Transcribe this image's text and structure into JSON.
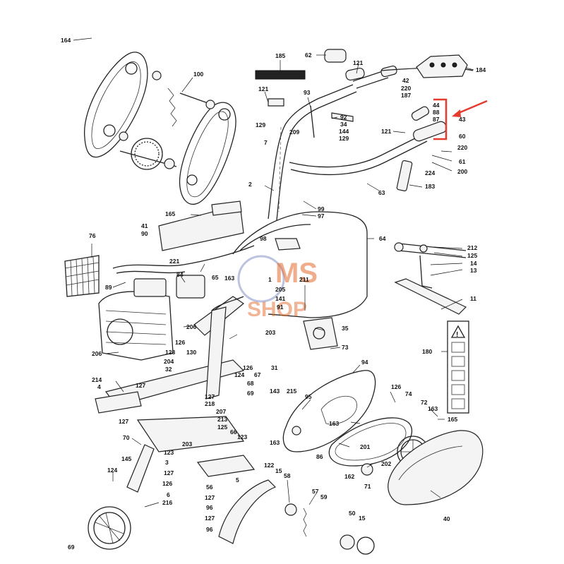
{
  "diagram": {
    "type": "exploded parts diagram",
    "highlight_color": "#e53a2f",
    "accent_color": "#e46b2d",
    "callouts": [
      {
        "id": "c164",
        "text": "164"
      },
      {
        "id": "c100",
        "text": "100"
      },
      {
        "id": "c185",
        "text": "185"
      },
      {
        "id": "c62",
        "text": "62"
      },
      {
        "id": "c121a",
        "text": "121"
      },
      {
        "id": "c184",
        "text": "184"
      },
      {
        "id": "c42",
        "text": "42"
      },
      {
        "id": "c220a",
        "text": "220"
      },
      {
        "id": "c187",
        "text": "187"
      },
      {
        "id": "c121b",
        "text": "121"
      },
      {
        "id": "c93",
        "text": "93"
      },
      {
        "id": "c129a",
        "text": "129"
      },
      {
        "id": "c92",
        "text": "92"
      },
      {
        "id": "c34",
        "text": "34"
      },
      {
        "id": "c144",
        "text": "144"
      },
      {
        "id": "c129b",
        "text": "129"
      },
      {
        "id": "c209",
        "text": "209"
      },
      {
        "id": "c7",
        "text": "7"
      },
      {
        "id": "c44",
        "text": "44"
      },
      {
        "id": "c88",
        "text": "88"
      },
      {
        "id": "c87",
        "text": "87"
      },
      {
        "id": "c43",
        "text": "43"
      },
      {
        "id": "c121c",
        "text": "121"
      },
      {
        "id": "c60",
        "text": "60"
      },
      {
        "id": "c220b",
        "text": "220"
      },
      {
        "id": "c61",
        "text": "61"
      },
      {
        "id": "c224",
        "text": "224"
      },
      {
        "id": "c200",
        "text": "200"
      },
      {
        "id": "c183",
        "text": "183"
      },
      {
        "id": "c2",
        "text": "2"
      },
      {
        "id": "c63",
        "text": "63"
      },
      {
        "id": "c165a",
        "text": "165"
      },
      {
        "id": "c99",
        "text": "99"
      },
      {
        "id": "c97",
        "text": "97"
      },
      {
        "id": "c41",
        "text": "41"
      },
      {
        "id": "c90",
        "text": "90"
      },
      {
        "id": "c76",
        "text": "76"
      },
      {
        "id": "c98",
        "text": "98"
      },
      {
        "id": "c64",
        "text": "64"
      },
      {
        "id": "c212",
        "text": "212"
      },
      {
        "id": "c125a",
        "text": "125"
      },
      {
        "id": "c14",
        "text": "14"
      },
      {
        "id": "c13",
        "text": "13"
      },
      {
        "id": "c221",
        "text": "221"
      },
      {
        "id": "c84",
        "text": "84"
      },
      {
        "id": "c65",
        "text": "65"
      },
      {
        "id": "c163a",
        "text": "163"
      },
      {
        "id": "c1",
        "text": "1"
      },
      {
        "id": "c211",
        "text": "211"
      },
      {
        "id": "c89",
        "text": "89"
      },
      {
        "id": "c205",
        "text": "205"
      },
      {
        "id": "c141",
        "text": "141"
      },
      {
        "id": "c91",
        "text": "91"
      },
      {
        "id": "c11",
        "text": "11"
      },
      {
        "id": "c206a",
        "text": "206"
      },
      {
        "id": "c203a",
        "text": "203"
      },
      {
        "id": "c35",
        "text": "35"
      },
      {
        "id": "c126a",
        "text": "126"
      },
      {
        "id": "c130",
        "text": "130"
      },
      {
        "id": "c73",
        "text": "73"
      },
      {
        "id": "c180",
        "text": "180"
      },
      {
        "id": "c206b",
        "text": "206"
      },
      {
        "id": "c128",
        "text": "128"
      },
      {
        "id": "c204",
        "text": "204"
      },
      {
        "id": "c32",
        "text": "32"
      },
      {
        "id": "c126b",
        "text": "126"
      },
      {
        "id": "c94",
        "text": "94"
      },
      {
        "id": "c124a",
        "text": "124"
      },
      {
        "id": "c67",
        "text": "67"
      },
      {
        "id": "c31",
        "text": "31"
      },
      {
        "id": "c214",
        "text": "214"
      },
      {
        "id": "c4",
        "text": "4"
      },
      {
        "id": "c127a",
        "text": "127"
      },
      {
        "id": "c68",
        "text": "68"
      },
      {
        "id": "c69",
        "text": "69"
      },
      {
        "id": "c126c",
        "text": "126"
      },
      {
        "id": "c74",
        "text": "74"
      },
      {
        "id": "c127b",
        "text": "127"
      },
      {
        "id": "c218",
        "text": "218"
      },
      {
        "id": "c143",
        "text": "143"
      },
      {
        "id": "c215",
        "text": "215"
      },
      {
        "id": "c95",
        "text": "95"
      },
      {
        "id": "c72",
        "text": "72"
      },
      {
        "id": "c163b",
        "text": "163"
      },
      {
        "id": "c207",
        "text": "207"
      },
      {
        "id": "c213",
        "text": "213"
      },
      {
        "id": "c125b",
        "text": "125"
      },
      {
        "id": "c127c",
        "text": "127"
      },
      {
        "id": "c66",
        "text": "66"
      },
      {
        "id": "c123a",
        "text": "123"
      },
      {
        "id": "c163c",
        "text": "163"
      },
      {
        "id": "c165b",
        "text": "165"
      },
      {
        "id": "c70",
        "text": "70"
      },
      {
        "id": "c163d",
        "text": "163"
      },
      {
        "id": "c201",
        "text": "201"
      },
      {
        "id": "c123b",
        "text": "123"
      },
      {
        "id": "c203b",
        "text": "203"
      },
      {
        "id": "c145",
        "text": "145"
      },
      {
        "id": "c3",
        "text": "3"
      },
      {
        "id": "c86",
        "text": "86"
      },
      {
        "id": "c202",
        "text": "202"
      },
      {
        "id": "c127d",
        "text": "127"
      },
      {
        "id": "c122",
        "text": "122"
      },
      {
        "id": "c124b",
        "text": "124"
      },
      {
        "id": "c126d",
        "text": "126"
      },
      {
        "id": "c15a",
        "text": "15"
      },
      {
        "id": "c162",
        "text": "162"
      },
      {
        "id": "c71",
        "text": "71"
      },
      {
        "id": "c5",
        "text": "5"
      },
      {
        "id": "c58",
        "text": "58"
      },
      {
        "id": "c56",
        "text": "56"
      },
      {
        "id": "c6",
        "text": "6"
      },
      {
        "id": "c216",
        "text": "216"
      },
      {
        "id": "c127e",
        "text": "127"
      },
      {
        "id": "c96a",
        "text": "96"
      },
      {
        "id": "c57",
        "text": "57"
      },
      {
        "id": "c59",
        "text": "59"
      },
      {
        "id": "c40",
        "text": "40"
      },
      {
        "id": "c127f",
        "text": "127"
      },
      {
        "id": "c96b",
        "text": "96"
      },
      {
        "id": "c50",
        "text": "50"
      },
      {
        "id": "c15b",
        "text": "15"
      },
      {
        "id": "c69b",
        "text": "69"
      }
    ]
  },
  "watermark": {
    "line1": "MS",
    "line2": "SHOP"
  }
}
